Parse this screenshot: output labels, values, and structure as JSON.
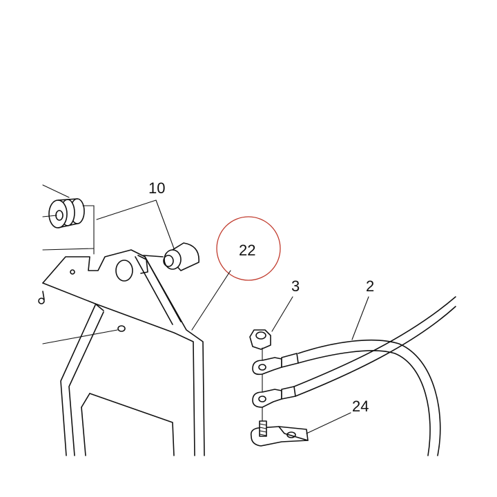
{
  "callouts": {
    "c10": "10",
    "c22": "22",
    "c3": "3",
    "c2": "2",
    "c24": "24"
  },
  "colors": {
    "line": "#111111",
    "highlight_circle": "#c0392b"
  }
}
